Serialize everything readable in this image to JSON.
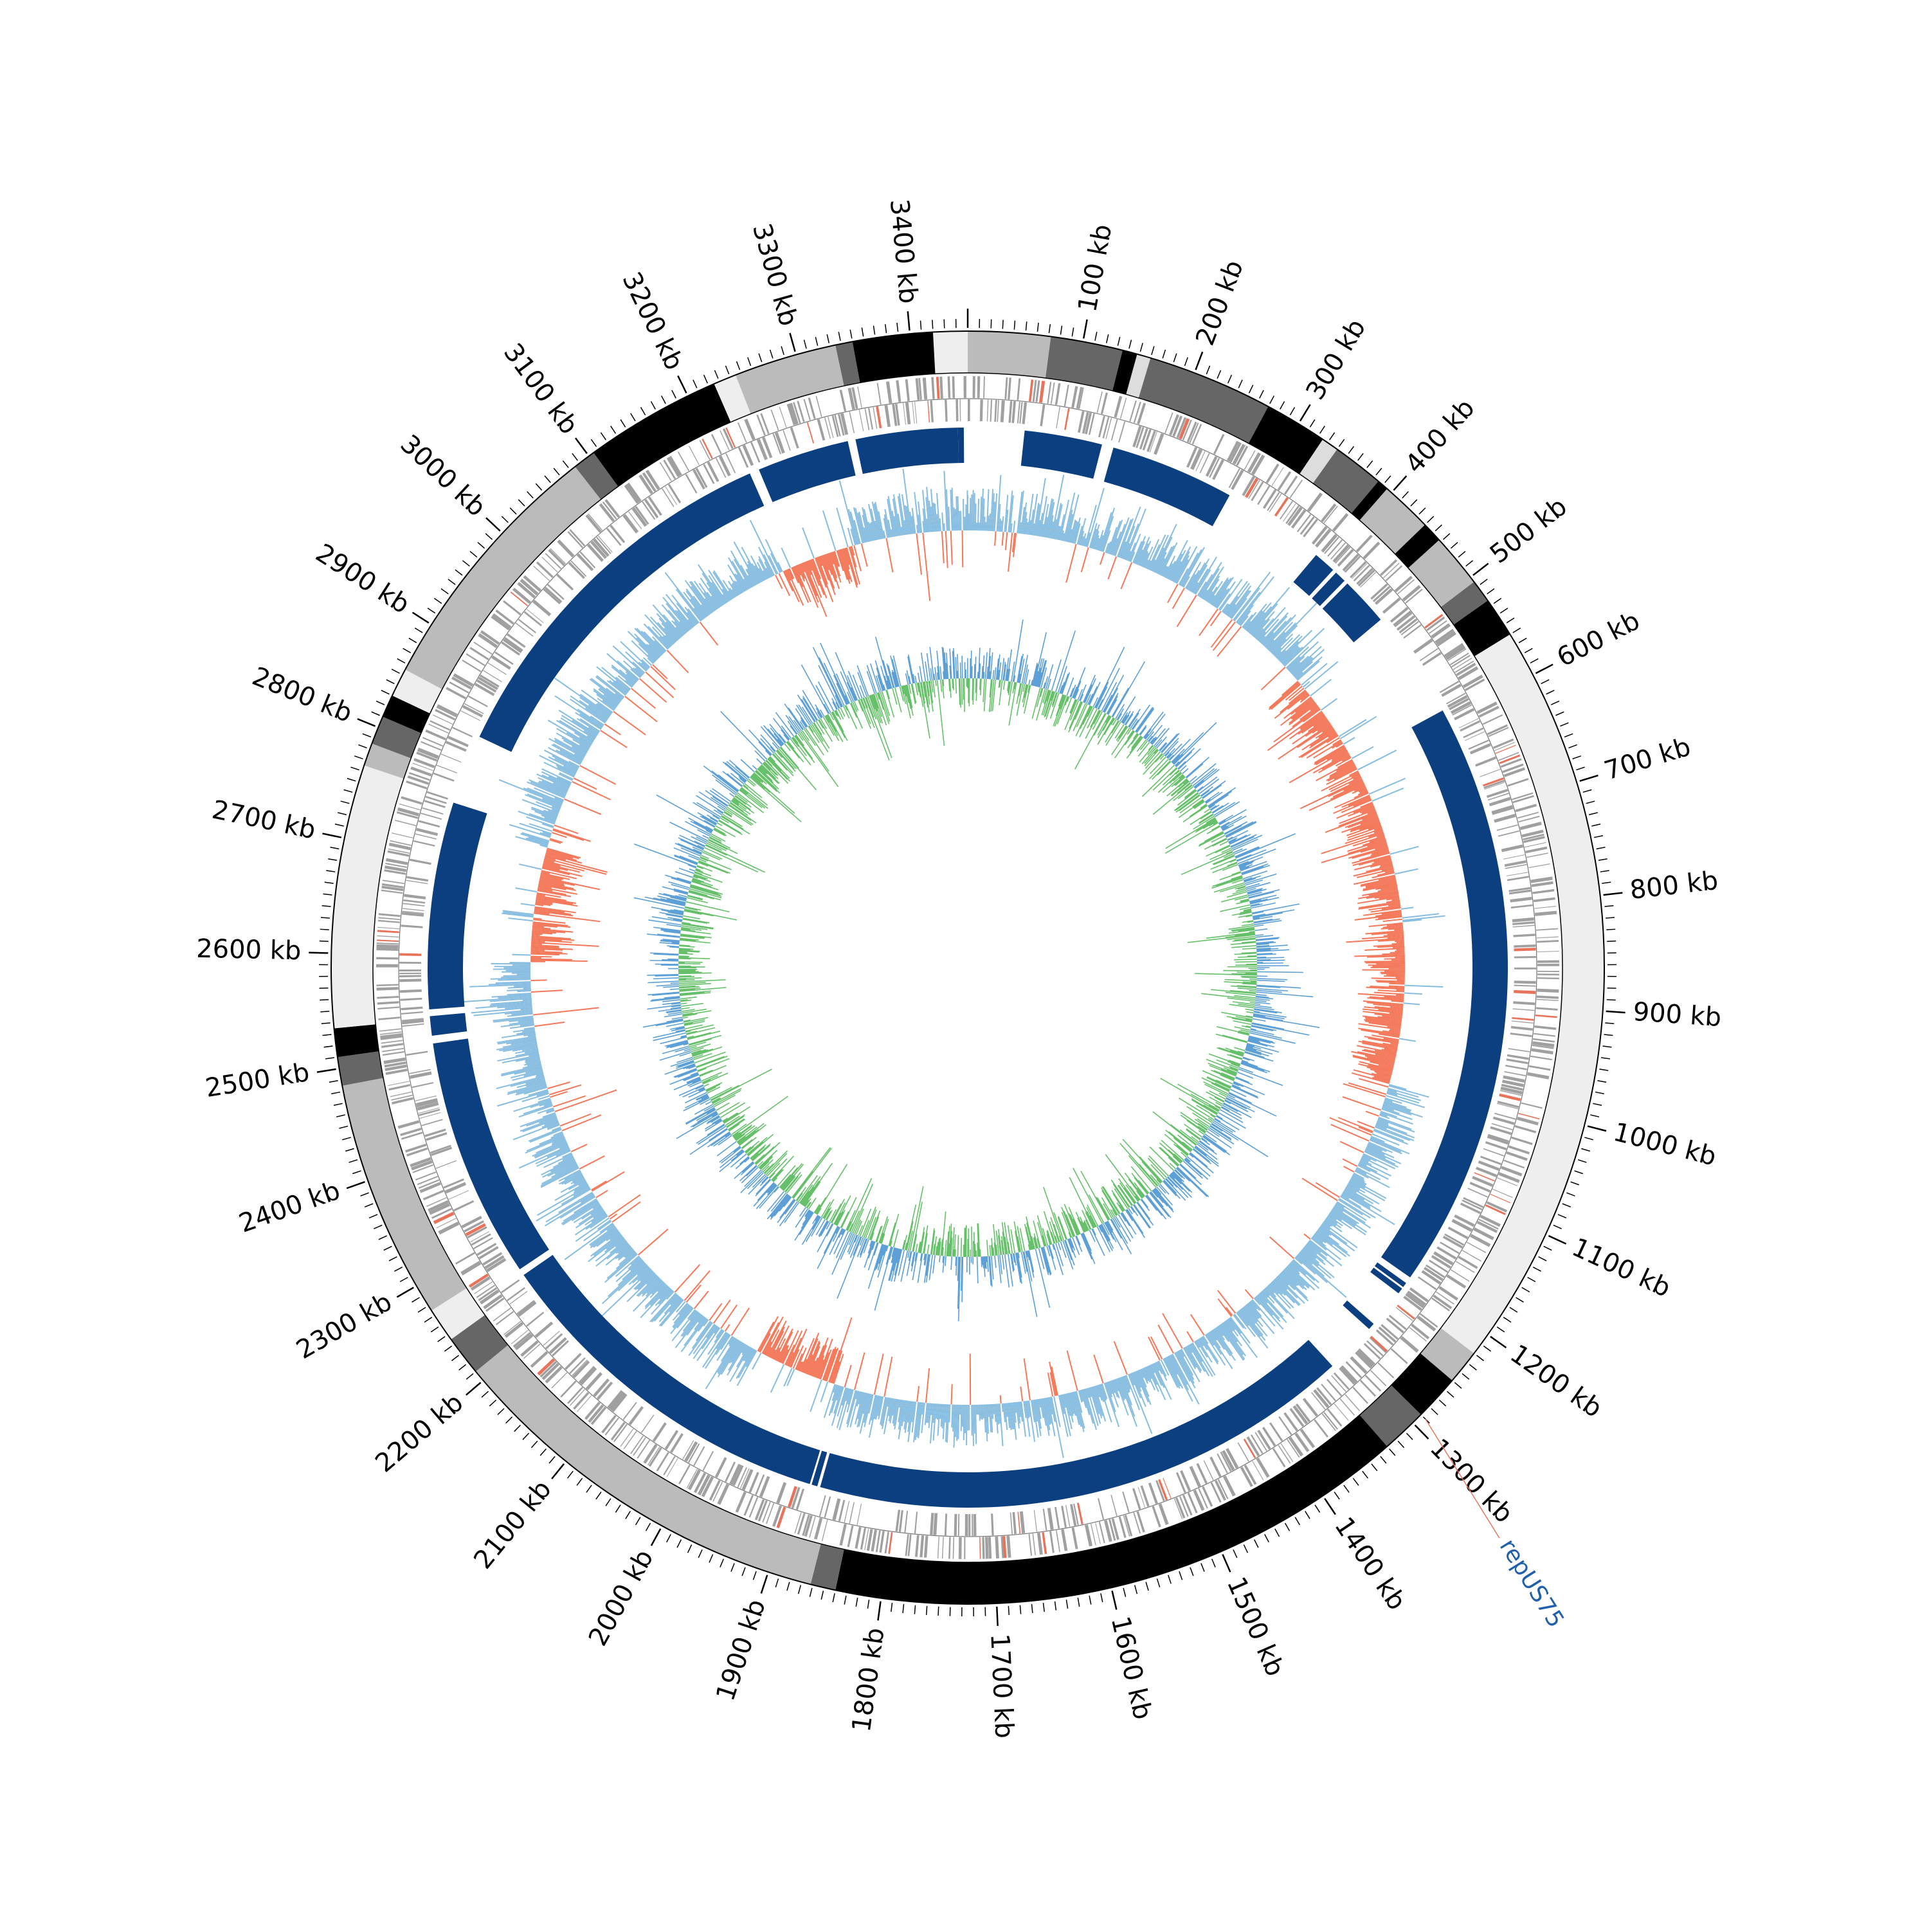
{
  "genome": {
    "length_kb": 3450,
    "tick_major_kb": 100,
    "tick_minor_kb": 10,
    "tick_labels": [
      "100 kb",
      "200 kb",
      "300 kb",
      "400 kb",
      "500 kb",
      "600 kb",
      "700 kb",
      "800 kb",
      "900 kb",
      "1000 kb",
      "1100 kb",
      "1200 kb",
      "1300 kb",
      "1400 kb",
      "1500 kb",
      "1600 kb",
      "1700 kb",
      "1800 kb",
      "1900 kb",
      "2000 kb",
      "2100 kb",
      "2200 kb",
      "2300 kb",
      "2400 kb",
      "2500 kb",
      "2600 kb",
      "2700 kb",
      "2800 kb",
      "2900 kb",
      "3000 kb",
      "3100 kb",
      "3200 kb",
      "3300 kb",
      "3400 kb"
    ]
  },
  "contig_ring": {
    "segments": [
      {
        "start": 3420,
        "end": 3450,
        "color": "#eeeeee"
      },
      {
        "start": 0,
        "end": 72,
        "color": "#bbbbbb"
      },
      {
        "start": 72,
        "end": 135,
        "color": "#666666"
      },
      {
        "start": 135,
        "end": 148,
        "color": "#000000"
      },
      {
        "start": 148,
        "end": 160,
        "color": "#dddddd"
      },
      {
        "start": 160,
        "end": 270,
        "color": "#666666"
      },
      {
        "start": 270,
        "end": 325,
        "color": "#000000"
      },
      {
        "start": 325,
        "end": 340,
        "color": "#dddddd"
      },
      {
        "start": 340,
        "end": 385,
        "color": "#666666"
      },
      {
        "start": 385,
        "end": 395,
        "color": "#000000"
      },
      {
        "start": 395,
        "end": 440,
        "color": "#bbbbbb"
      },
      {
        "start": 440,
        "end": 458,
        "color": "#000000"
      },
      {
        "start": 458,
        "end": 505,
        "color": "#bbbbbb"
      },
      {
        "start": 505,
        "end": 525,
        "color": "#666666"
      },
      {
        "start": 525,
        "end": 560,
        "color": "#000000"
      },
      {
        "start": 560,
        "end": 1220,
        "color": "#eeeeee"
      },
      {
        "start": 1220,
        "end": 1250,
        "color": "#bbbbbb"
      },
      {
        "start": 1250,
        "end": 1290,
        "color": "#000000"
      },
      {
        "start": 1290,
        "end": 1330,
        "color": "#666666"
      },
      {
        "start": 1330,
        "end": 1840,
        "color": "#000000"
      },
      {
        "start": 1840,
        "end": 1862,
        "color": "#666666"
      },
      {
        "start": 1862,
        "end": 2210,
        "color": "#bbbbbb"
      },
      {
        "start": 2210,
        "end": 2245,
        "color": "#666666"
      },
      {
        "start": 2245,
        "end": 2275,
        "color": "#eeeeee"
      },
      {
        "start": 2275,
        "end": 2485,
        "color": "#bbbbbb"
      },
      {
        "start": 2485,
        "end": 2510,
        "color": "#666666"
      },
      {
        "start": 2510,
        "end": 2535,
        "color": "#000000"
      },
      {
        "start": 2535,
        "end": 2765,
        "color": "#eeeeee"
      },
      {
        "start": 2765,
        "end": 2785,
        "color": "#bbbbbb"
      },
      {
        "start": 2785,
        "end": 2810,
        "color": "#666666"
      },
      {
        "start": 2810,
        "end": 2830,
        "color": "#000000"
      },
      {
        "start": 2830,
        "end": 2855,
        "color": "#eeeeee"
      },
      {
        "start": 2855,
        "end": 3085,
        "color": "#bbbbbb"
      },
      {
        "start": 3085,
        "end": 3105,
        "color": "#666666"
      },
      {
        "start": 3105,
        "end": 3225,
        "color": "#000000"
      },
      {
        "start": 3225,
        "end": 3245,
        "color": "#eeeeee"
      },
      {
        "start": 3245,
        "end": 3335,
        "color": "#bbbbbb"
      },
      {
        "start": 3335,
        "end": 3350,
        "color": "#666666"
      },
      {
        "start": 3350,
        "end": 3420,
        "color": "#000000"
      }
    ]
  },
  "homology_blocks": {
    "color": "#0b3f80",
    "segments": [
      {
        "start": 3335,
        "end": 3440
      },
      {
        "start": 3440,
        "end": 3446
      },
      {
        "start": 3232,
        "end": 3327
      },
      {
        "start": 2830,
        "end": 3222
      },
      {
        "start": 2545,
        "end": 2758
      },
      {
        "start": 2518,
        "end": 2538
      },
      {
        "start": 2262,
        "end": 2510
      },
      {
        "start": 1888,
        "end": 2255
      },
      {
        "start": 1880,
        "end": 1886
      },
      {
        "start": 1318,
        "end": 1877
      },
      {
        "start": 1258,
        "end": 1265
      },
      {
        "start": 1212,
        "end": 1218
      },
      {
        "start": 1205,
        "end": 1210
      },
      {
        "start": 590,
        "end": 1198
      },
      {
        "start": 428,
        "end": 478
      },
      {
        "start": 412,
        "end": 424
      },
      {
        "start": 385,
        "end": 408
      },
      {
        "start": 150,
        "end": 278
      },
      {
        "start": 58,
        "end": 138
      }
    ]
  },
  "features": [
    {
      "label": "repUS75",
      "position_kb": 1290,
      "label_color": "#1f5fae",
      "line_color": "#e8735a"
    }
  ],
  "colors": {
    "cds": "#a0a0a0",
    "cds_highlight": "#e8735a",
    "skew_positive": "#87bde0",
    "skew_negative": "#f4785a",
    "gc_high": "#5c9fd6",
    "gc_low": "#66c06a",
    "outline": "#000000"
  }
}
